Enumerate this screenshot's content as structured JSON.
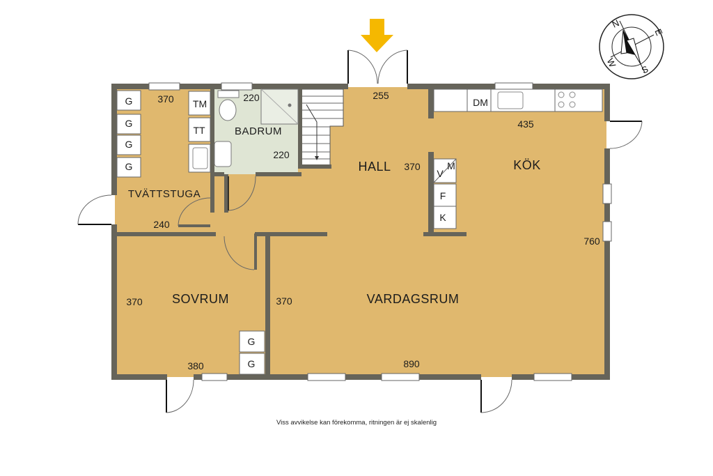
{
  "colors": {
    "floor": "#e0b86e",
    "bathroom_floor": "#dfe5d4",
    "wall": "#66645a",
    "entrance_arrow": "#f5b800",
    "fixture_fill": "#ffffff",
    "line": "#111111"
  },
  "rooms": {
    "tvattstuga": "TVÄTTSTUGA",
    "badrum": "BADRUM",
    "hall": "HALL",
    "kok": "KÖK",
    "sovrum": "SOVRUM",
    "vardagsrum": "VARDAGSRUM"
  },
  "dimensions": {
    "tvattstuga_width": "370",
    "tvattstuga_bottom": "240",
    "badrum_width": "220",
    "badrum_height": "220",
    "hall_width": "255",
    "hall_height": "370",
    "kok_width": "435",
    "house_depth": "760",
    "sovrum_height": "370",
    "sovrum_width": "380",
    "vardagsrum_height": "370",
    "vardagsrum_width": "890"
  },
  "fixtures": {
    "closet_letter": "G",
    "tumbler": "TM",
    "dryer": "TT",
    "dishwasher": "DM",
    "pantry_v": "V",
    "pantry_m": "M",
    "freezer": "F",
    "fridge": "K"
  },
  "compass": {
    "n": "N",
    "e": "E",
    "s": "S",
    "w": "W"
  },
  "note": "Viss avvikelse kan förekomma, ritningen är ej skalenlig"
}
